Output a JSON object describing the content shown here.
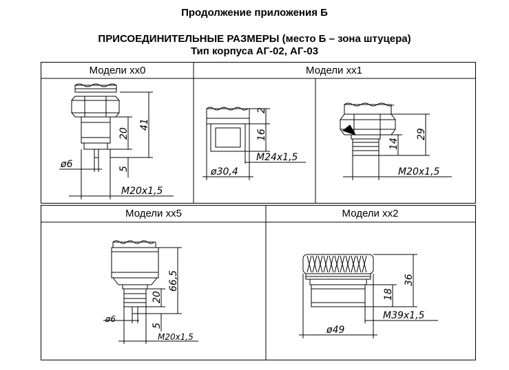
{
  "header": {
    "continuation": "Продолжение приложения Б",
    "title": "ПРИСОЕДИНИТЕЛЬНЫЕ РАЗМЕРЫ (место Б – зона штуцера)",
    "subtitle": "Тип корпуса АГ-02, АГ-03"
  },
  "panels": {
    "xx0": {
      "label": "Модели хх0",
      "dims": {
        "overall": "41",
        "body": "20",
        "tip": "5",
        "pin": "ø6",
        "thread": "М20х1,5"
      }
    },
    "xx1": {
      "label": "Модели хх1",
      "left": {
        "top": "2",
        "body": "16",
        "thread": "М24х1,5",
        "dia": "ø30,4"
      },
      "right": {
        "overall": "29",
        "body": "14",
        "thread": "М20х1,5"
      }
    },
    "xx5": {
      "label": "Модели хх5",
      "dims": {
        "overall": "66,5",
        "body": "20",
        "tip": "5",
        "pin": "ø6",
        "thread": "М20х1,5"
      }
    },
    "xx2": {
      "label": "Модели хх2",
      "dims": {
        "overall": "36",
        "body": "18",
        "thread": "М39х1,5",
        "dia": "ø49"
      }
    }
  }
}
